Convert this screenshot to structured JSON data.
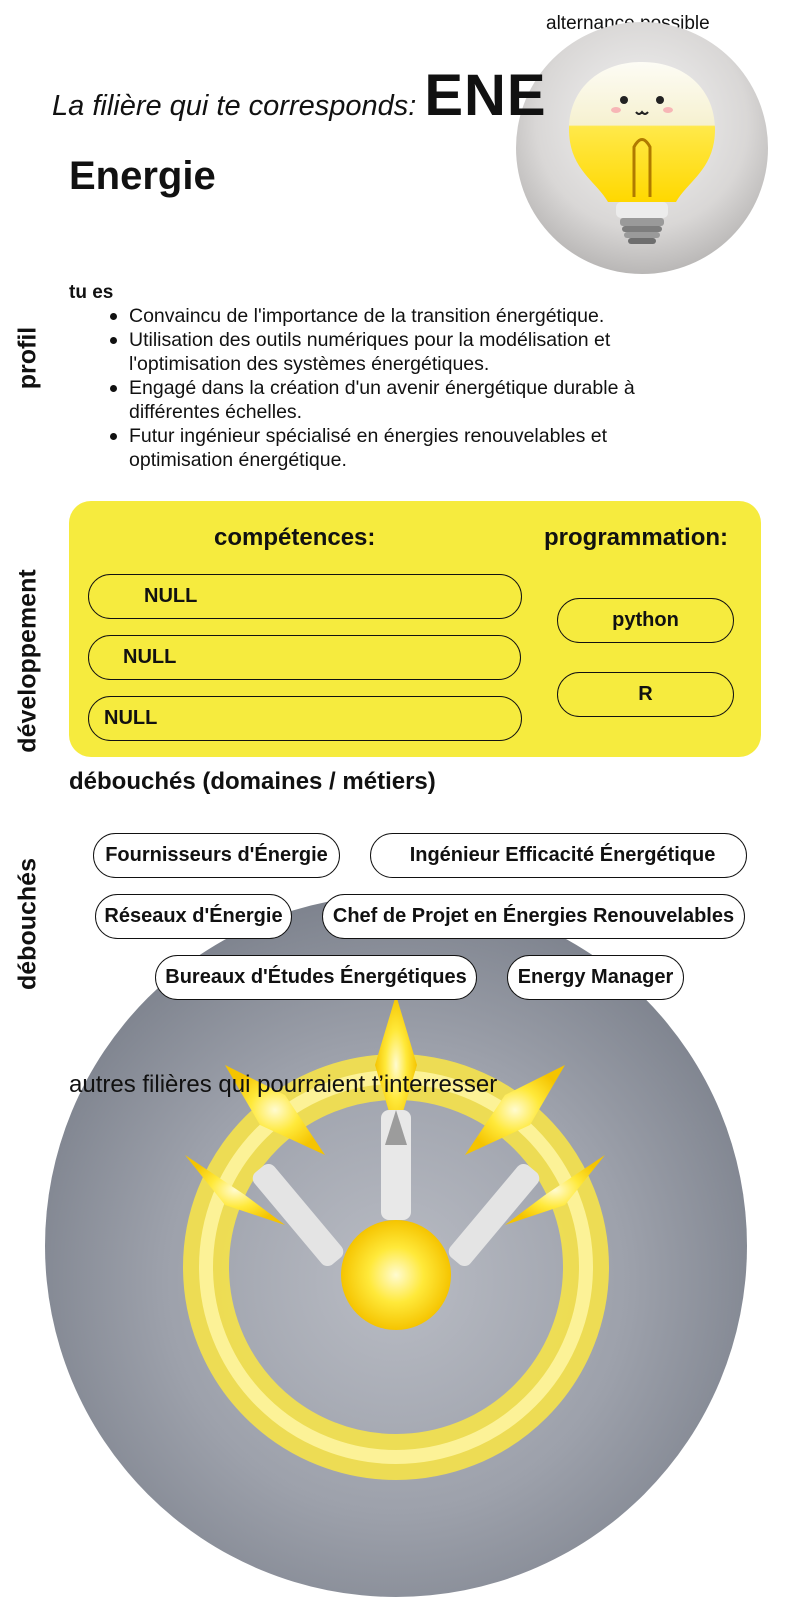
{
  "header": {
    "alternance": "alternance possible",
    "lead": "La filière qui te corresponds:",
    "code": "ENE",
    "name": "Energie"
  },
  "side_labels": {
    "profil": "profil",
    "developpement": "développement",
    "debouches": "débouchés"
  },
  "profil": {
    "intro": "tu es",
    "traits": [
      "Convaincu de l'importance de la transition énergétique.",
      "Utilisation des outils numériques pour la modélisation et l'optimisation des systèmes énergétiques.",
      "Engagé dans la création d'un avenir énergétique durable à différentes échelles.",
      "Futur ingénieur spécialisé en énergies renouvelables et optimisation énergétique."
    ]
  },
  "developpement": {
    "competences_title": "compétences:",
    "competences": [
      "NULL",
      "NULL",
      "NULL"
    ],
    "programmation_title": "programmation:",
    "programmation": [
      "python",
      "R"
    ],
    "accent_color": "#f6eb3e"
  },
  "debouches": {
    "title": "débouchés (domaines / métiers)",
    "items": [
      "Fournisseurs d'Énergie",
      "Ingénieur Efficacité Énergétique",
      "Réseaux d'Énergie",
      "Chef de Projet en Énergies Renouvelables",
      "Bureaux d'Études Énergétiques",
      "Energy Manager"
    ]
  },
  "autres": {
    "text": "autres filières qui pourraient t’interresser"
  },
  "images": {
    "top": "lightbulb-mascot-illustration",
    "bottom": "glowing-energy-wheel-illustration"
  }
}
